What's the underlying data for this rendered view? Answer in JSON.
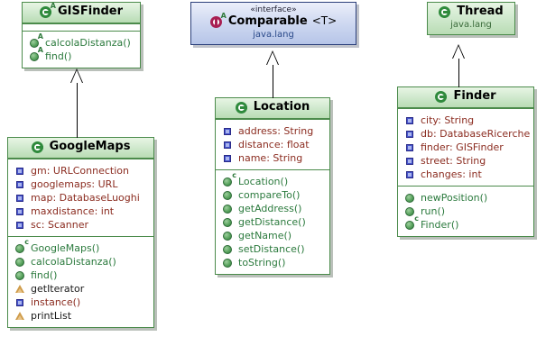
{
  "diagram": {
    "type": "uml-class-diagram",
    "background": "#ffffff",
    "class_border_color": "#4b8b4b",
    "interface_border_color": "#2b3f7a",
    "attribute_text_color": "#8b2c20",
    "method_text_color": "#2b7a3d"
  },
  "classes": {
    "gisfinder": {
      "name": "GISFinder",
      "kind_icon": "class-abstract-icon",
      "attributes": [],
      "methods": [
        {
          "label": "calcolaDistanza()",
          "visibility": "protected-abstract",
          "icon": "public-method-icon",
          "badge": "A"
        },
        {
          "label": "find()",
          "visibility": "protected-abstract",
          "icon": "public-method-icon",
          "badge": "A"
        }
      ]
    },
    "googlemaps": {
      "name": "GoogleMaps",
      "kind_icon": "class-icon",
      "attributes": [
        {
          "label": "gm: URLConnection",
          "visibility": "private",
          "icon": "private-field-icon"
        },
        {
          "label": "googlemaps: URL",
          "visibility": "private",
          "icon": "private-field-icon"
        },
        {
          "label": "map: DatabaseLuoghi",
          "visibility": "private",
          "icon": "private-field-icon"
        },
        {
          "label": "maxdistance: int",
          "visibility": "private",
          "icon": "private-field-icon"
        },
        {
          "label": "sc: Scanner",
          "visibility": "private",
          "icon": "private-field-icon"
        }
      ],
      "methods": [
        {
          "label": "GoogleMaps()",
          "visibility": "public",
          "icon": "public-method-icon",
          "badge": "c"
        },
        {
          "label": "calcolaDistanza()",
          "visibility": "public",
          "icon": "public-method-icon",
          "badge": ""
        },
        {
          "label": "find()",
          "visibility": "public",
          "icon": "public-method-icon",
          "badge": ""
        },
        {
          "label": "getIterator",
          "visibility": "protected",
          "icon": "protected-method-icon",
          "badge": ""
        },
        {
          "label": "instance()",
          "visibility": "private",
          "icon": "private-field-icon",
          "badge": ""
        },
        {
          "label": "printList",
          "visibility": "protected",
          "icon": "protected-method-icon",
          "badge": ""
        }
      ]
    },
    "comparable": {
      "stereotype": "«interface»",
      "name": "Comparable",
      "generic": "<T>",
      "package": "java.lang",
      "kind_icon": "interface-abstract-icon"
    },
    "location": {
      "name": "Location",
      "kind_icon": "class-icon",
      "attributes": [
        {
          "label": "address: String",
          "visibility": "private",
          "icon": "private-field-icon"
        },
        {
          "label": "distance: float",
          "visibility": "private",
          "icon": "private-field-icon"
        },
        {
          "label": "name: String",
          "visibility": "private",
          "icon": "private-field-icon"
        }
      ],
      "methods": [
        {
          "label": "Location()",
          "visibility": "public",
          "icon": "public-method-icon",
          "badge": "c"
        },
        {
          "label": "compareTo()",
          "visibility": "public",
          "icon": "public-method-icon",
          "badge": ""
        },
        {
          "label": "getAddress()",
          "visibility": "public",
          "icon": "public-method-icon",
          "badge": ""
        },
        {
          "label": "getDistance()",
          "visibility": "public",
          "icon": "public-method-icon",
          "badge": ""
        },
        {
          "label": "getName()",
          "visibility": "public",
          "icon": "public-method-icon",
          "badge": ""
        },
        {
          "label": "setDistance()",
          "visibility": "public",
          "icon": "public-method-icon",
          "badge": ""
        },
        {
          "label": "toString()",
          "visibility": "public",
          "icon": "public-method-icon",
          "badge": ""
        }
      ]
    },
    "thread": {
      "name": "Thread",
      "package": "java.lang",
      "kind_icon": "class-icon"
    },
    "finder": {
      "name": "Finder",
      "kind_icon": "class-icon",
      "attributes": [
        {
          "label": "city: String",
          "visibility": "private",
          "icon": "private-field-icon"
        },
        {
          "label": "db: DatabaseRicerche",
          "visibility": "private",
          "icon": "private-field-icon"
        },
        {
          "label": "finder: GISFinder",
          "visibility": "private",
          "icon": "private-field-icon"
        },
        {
          "label": "street: String",
          "visibility": "private",
          "icon": "private-field-icon"
        },
        {
          "label": "changes: int",
          "visibility": "private",
          "icon": "private-field-icon"
        }
      ],
      "methods": [
        {
          "label": "newPosition()",
          "visibility": "public",
          "icon": "public-method-icon",
          "badge": ""
        },
        {
          "label": "run()",
          "visibility": "public",
          "icon": "public-method-icon",
          "badge": ""
        },
        {
          "label": "Finder()",
          "visibility": "public",
          "icon": "public-method-icon",
          "badge": "c"
        }
      ]
    }
  },
  "relationships": [
    {
      "type": "generalization",
      "from": "GoogleMaps",
      "to": "GISFinder"
    },
    {
      "type": "realization",
      "from": "Location",
      "to": "Comparable"
    },
    {
      "type": "generalization",
      "from": "Finder",
      "to": "Thread"
    }
  ]
}
